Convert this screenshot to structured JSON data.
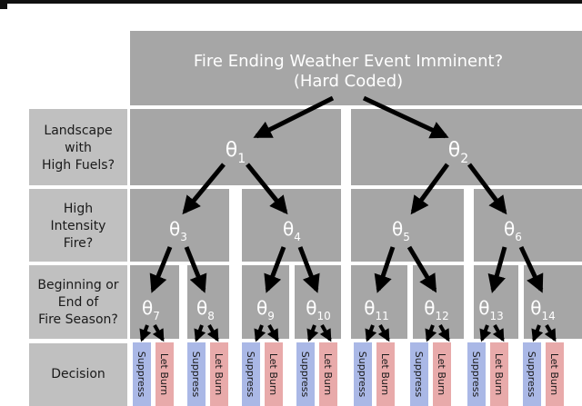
{
  "header": {
    "line1": "Fire Ending Weather Event Imminent?",
    "line2": "(Hard Coded)"
  },
  "row_labels": [
    [
      "Landscape",
      "with",
      "High Fuels?"
    ],
    [
      "High",
      "Intensity",
      "Fire?"
    ],
    [
      "Beginning or",
      "End of",
      "Fire Season?"
    ],
    [
      "Decision"
    ]
  ],
  "nodes": {
    "level1": [
      "θ1",
      "θ2"
    ],
    "level2": [
      "θ3",
      "θ4",
      "θ5",
      "θ6"
    ],
    "level3": [
      "θ7",
      "θ8",
      "θ9",
      "θ10",
      "θ11",
      "θ12",
      "θ13",
      "θ14"
    ]
  },
  "decisions": {
    "suppress": "Suppress",
    "let_burn": "Let Burn"
  },
  "colors": {
    "panel": "#a6a6a6",
    "label_panel": "#c0c0c0",
    "suppress": "#aab8e6",
    "let_burn": "#e8aaaa",
    "arrow": "#000000",
    "text_light": "#ffffff",
    "text_dark": "#1a1a1a"
  }
}
